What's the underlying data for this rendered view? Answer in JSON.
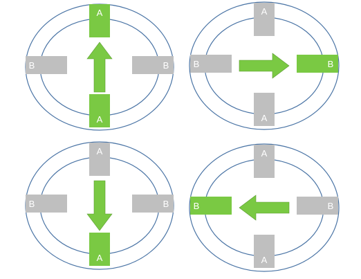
{
  "colors": {
    "background": "#ffffff",
    "ring_stroke": "#4a74a5",
    "pole_inactive": "#bfbfbf",
    "pole_active": "#7ac943",
    "arrow": "#7ac943",
    "label": "#ffffff"
  },
  "panels": [
    {
      "arrow_direction": "up",
      "active_poles": [
        "top",
        "bottom"
      ],
      "poles": {
        "top": "A",
        "bottom": "A",
        "left": "B",
        "right": "B"
      }
    },
    {
      "arrow_direction": "right",
      "active_poles": [
        "right"
      ],
      "poles": {
        "top": "A",
        "bottom": "A",
        "left": "B",
        "right": "B"
      }
    },
    {
      "arrow_direction": "down",
      "active_poles": [
        "bottom"
      ],
      "poles": {
        "top": "A",
        "bottom": "A",
        "left": "B",
        "right": "B"
      }
    },
    {
      "arrow_direction": "left",
      "active_poles": [
        "left"
      ],
      "poles": {
        "top": "A",
        "bottom": "A",
        "left": "B",
        "right": "B"
      }
    }
  ]
}
